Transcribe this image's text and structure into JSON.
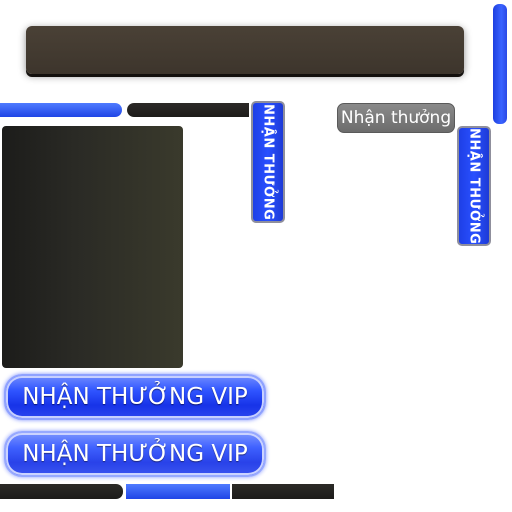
{
  "buttons": {
    "vertical_reward_label": "NHẬN THƯỞNG",
    "small_reward_label": "Nhận thưởng",
    "vip_reward_label": "NHẬN THƯỞNG VIP"
  },
  "colors": {
    "accent_blue": "#2950ff",
    "panel_dark": "#3d352c",
    "button_gray": "#7a7a7a"
  }
}
